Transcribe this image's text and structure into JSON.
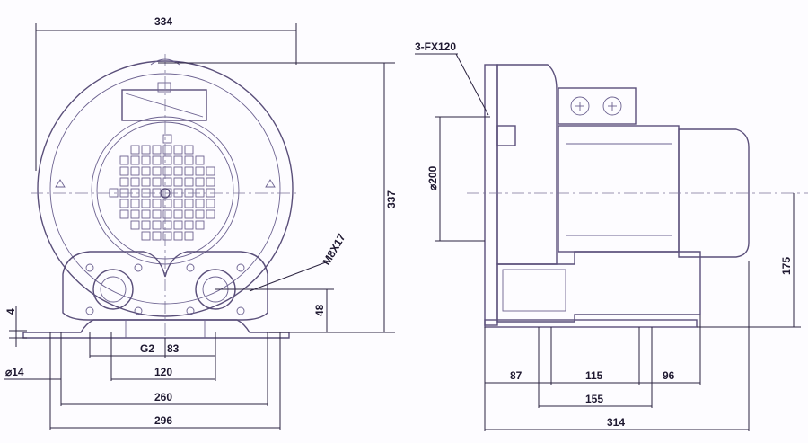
{
  "dimensions": {
    "front_width": "334",
    "front_height": "337",
    "fitting_size": "M8X17",
    "outlet_height": "48",
    "thread": "G2",
    "port_spacing": "83",
    "base_inner": "120",
    "base_mid": "260",
    "base_outer": "296",
    "hole_dia": "⌀14",
    "plate_thick": "4",
    "pipe_fitting": "3-FX120",
    "flange_dia": "⌀200",
    "side_offset": "87",
    "side_mid": "115",
    "side_right": "96",
    "side_span": "155",
    "side_total": "314",
    "center_height": "175"
  }
}
